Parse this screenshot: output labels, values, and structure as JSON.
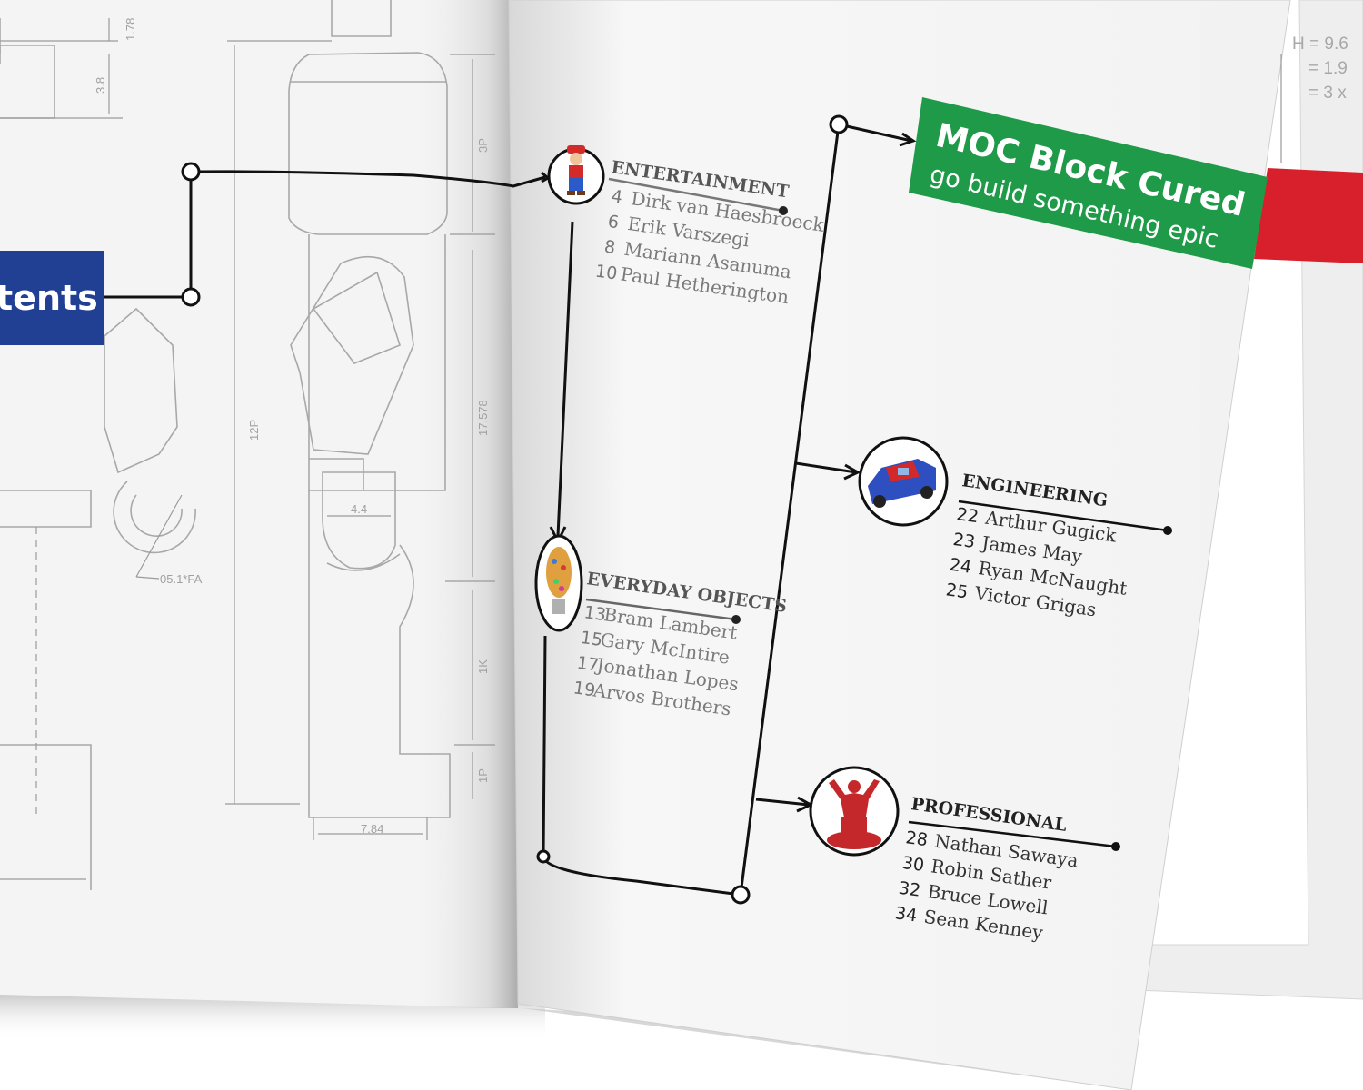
{
  "contents_tab": {
    "text": "tents",
    "color": "#213f93"
  },
  "title": {
    "main": "MOC Block Cured",
    "sub": "go build something epic",
    "color": "#1e9a48"
  },
  "red_tab_color": "#d7202b",
  "dimensions": [
    "1.78",
    "3.8",
    "3P",
    "12P",
    "17.578",
    "4.4",
    "05.1*FA",
    "1K",
    "1P",
    "7.84"
  ],
  "formula_lines": [
    "H = 9.6",
    "= 1.9",
    "= 3 x"
  ],
  "categories": {
    "entertainment": {
      "heading": "ENTERTAINMENT",
      "icon": "mario-figure-icon",
      "entries": [
        {
          "page": "4",
          "name": "Dirk van Haesbroeck"
        },
        {
          "page": "6",
          "name": "Erik Varszegi"
        },
        {
          "page": "8",
          "name": "Mariann Asanuma"
        },
        {
          "page": "10",
          "name": "Paul Hetherington"
        }
      ]
    },
    "everyday_objects": {
      "heading": "EVERYDAY OBJECTS",
      "icon": "lightbulb-icon",
      "entries": [
        {
          "page": "13",
          "name": "Bram Lambert"
        },
        {
          "page": "15",
          "name": "Gary McIntire"
        },
        {
          "page": "17",
          "name": "Jonathan Lopes"
        },
        {
          "page": "19",
          "name": "Arvos Brothers"
        }
      ]
    },
    "engineering": {
      "heading": "ENGINEERING",
      "icon": "race-car-icon",
      "entries": [
        {
          "page": "22",
          "name": "Arthur Gugick"
        },
        {
          "page": "23",
          "name": "James May"
        },
        {
          "page": "24",
          "name": "Ryan McNaught"
        },
        {
          "page": "25",
          "name": "Victor Grigas"
        }
      ]
    },
    "professional": {
      "heading": "PROFESSIONAL",
      "icon": "red-sculpture-icon",
      "entries": [
        {
          "page": "28",
          "name": "Nathan Sawaya"
        },
        {
          "page": "30",
          "name": "Robin Sather"
        },
        {
          "page": "32",
          "name": "Bruce Lowell"
        },
        {
          "page": "34",
          "name": "Sean Kenney"
        }
      ]
    }
  }
}
